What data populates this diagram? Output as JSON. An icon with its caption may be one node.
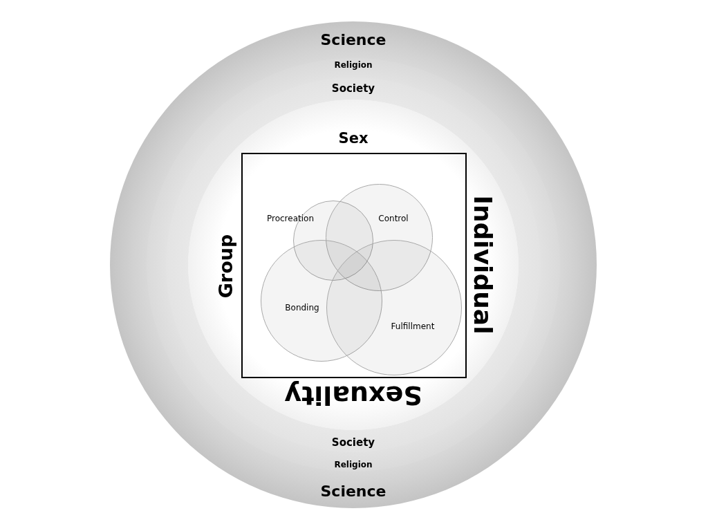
{
  "diagram": {
    "nodes": [
      {
        "text": [
          "Science",
          "Science"
        ]
      },
      {
        "text": [
          "Religion",
          "Religion"
        ],
        "in": 0
      },
      {
        "text": [
          "Society",
          "Society"
        ],
        "in": 1
      },
      {
        "text": [
          "Sex",
          "Group",
          "Individual",
          "Sexuality"
        ],
        "in": 2
      },
      {
        "text": [
          "Procreation"
        ],
        "in": 3
      },
      {
        "text": [
          "Control"
        ],
        "in": 3
      },
      {
        "text": [
          "Bonding"
        ],
        "in": 3
      },
      {
        "text": [
          "Fulfillment"
        ],
        "in": 3
      }
    ]
  }
}
